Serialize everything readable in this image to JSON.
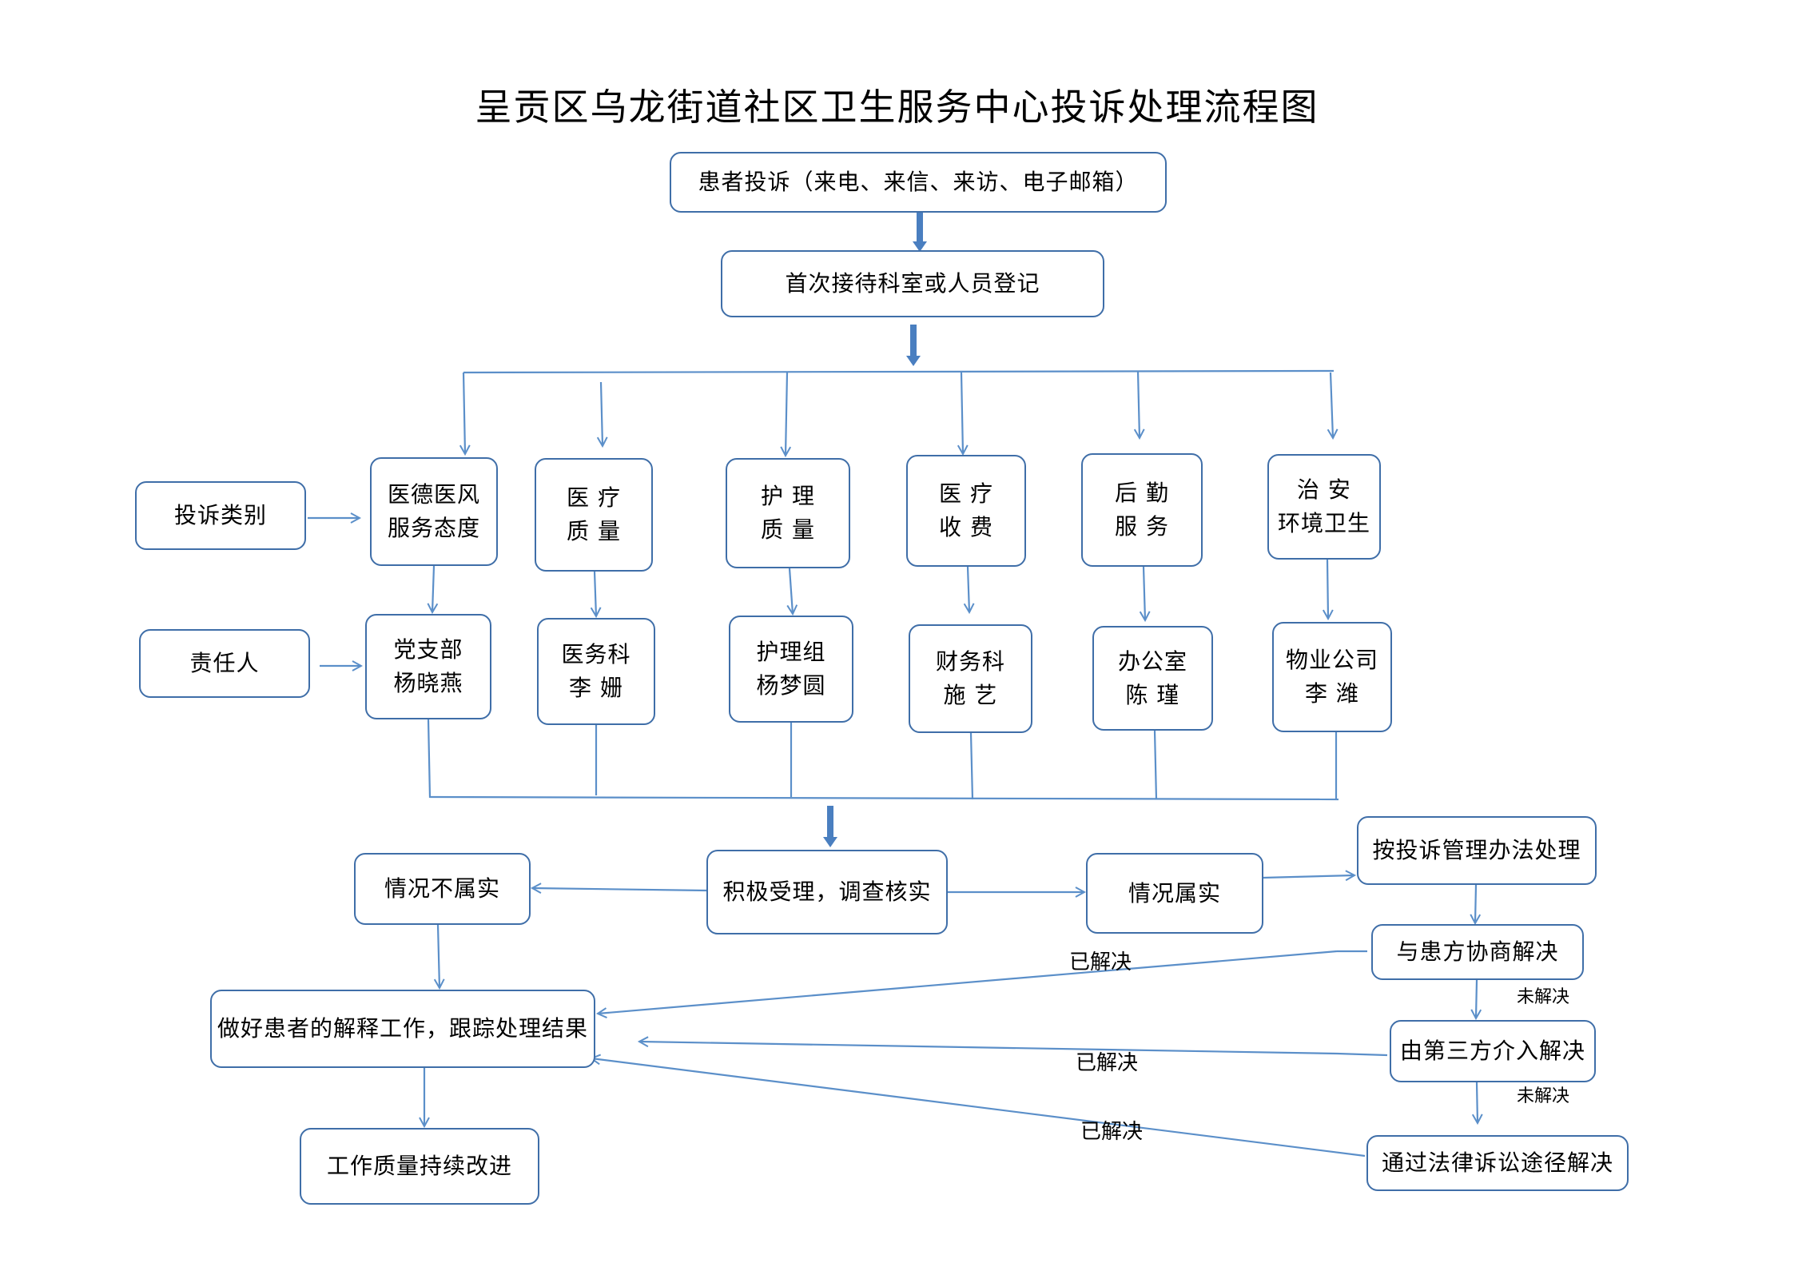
{
  "title": "呈贡区乌龙街道社区卫生服务中心投诉处理流程图",
  "line_color": "#5b8fc9",
  "border_color": "#3f6ea8",
  "nodes": {
    "complaint": "患者投诉（来电、来信、来访、电子邮箱）",
    "register": "首次接待科室或人员登记",
    "category_label": "投诉类别",
    "responsible_label": "责任人",
    "categories": [
      "医德医风\n服务态度",
      "医  疗\n质  量",
      "护  理\n质  量",
      "医  疗\n收  费",
      "后  勤\n服  务",
      "治  安\n环境卫生"
    ],
    "persons": [
      "党支部\n杨晓燕",
      "医务科\n李  姗",
      "护理组\n杨梦圆",
      "财务科\n施  艺",
      "办公室\n陈  瑾",
      "物业公司\n李  潍"
    ],
    "investigate": "积极受理，调查核实",
    "not_true": "情况不属实",
    "true": "情况属实",
    "by_rules": "按投诉管理办法处理",
    "negotiate": "与患方协商解决",
    "third_party": "由第三方介入解决",
    "legal": "通过法律诉讼途径解决",
    "explain": "做好患者的解释工作，跟踪处理结果",
    "improve": "工作质量持续改进"
  },
  "edge_labels": {
    "resolved": "已解决",
    "unresolved": "未解决"
  }
}
